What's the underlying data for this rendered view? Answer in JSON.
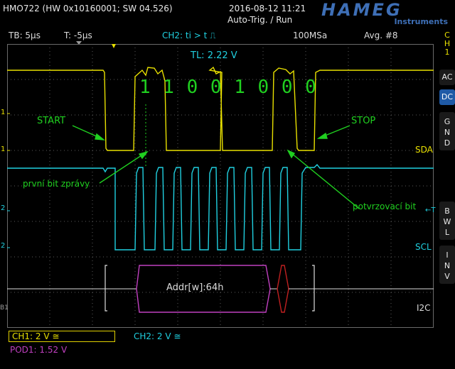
{
  "header": {
    "model": "HMO722 (HW 0x10160001; SW 04.526)",
    "datetime": "2016-08-12 11:21",
    "mode": "Auto-Trig. / Run",
    "brand": "HAMEG",
    "brand_sub": "Instruments"
  },
  "info_bar": {
    "timebase": "TB: 5µs",
    "trigger_time": "T: -5µs",
    "trigger_setting": "CH2: ti > t ⎍",
    "sample_rate": "100MSa",
    "averaging": "Avg. #8"
  },
  "screen": {
    "trigger_level": "TL: 2.22 V",
    "decoded_bits": "1 1 0 0 1 0 0 0",
    "annotations": {
      "start": "START",
      "stop": "STOP",
      "first_bit": "první bit zprávy",
      "ack_bit": "potvrzovací bit"
    },
    "trace_labels": {
      "sda": "SDA",
      "scl": "SCL",
      "i2c": "I2C"
    },
    "bus_frame": "Addr[w]:64h",
    "markers": {
      "ch1_a": "1",
      "ch1_b": "1",
      "ch2_a": "2",
      "ch2_b": "2",
      "bus": "B1"
    }
  },
  "right_panel": {
    "channel_label": "C\nH\n1",
    "buttons": [
      "AC",
      "DC",
      "G\nN\nD",
      "B\nW\nL",
      "I\nN\nV"
    ],
    "active": "DC"
  },
  "status_bar": {
    "ch1": "CH1: 2 V ≅",
    "ch2": "CH2: 2 V ≅",
    "pod1": "POD1: 1.52 V"
  },
  "colors": {
    "ch1_yellow": "#e8e000",
    "ch2_cyan": "#20d0e0",
    "bus_magenta": "#c040c0",
    "annotation_green": "#20d020",
    "grid": "#5a5a5a",
    "accent_blue": "#1f5aa6"
  }
}
